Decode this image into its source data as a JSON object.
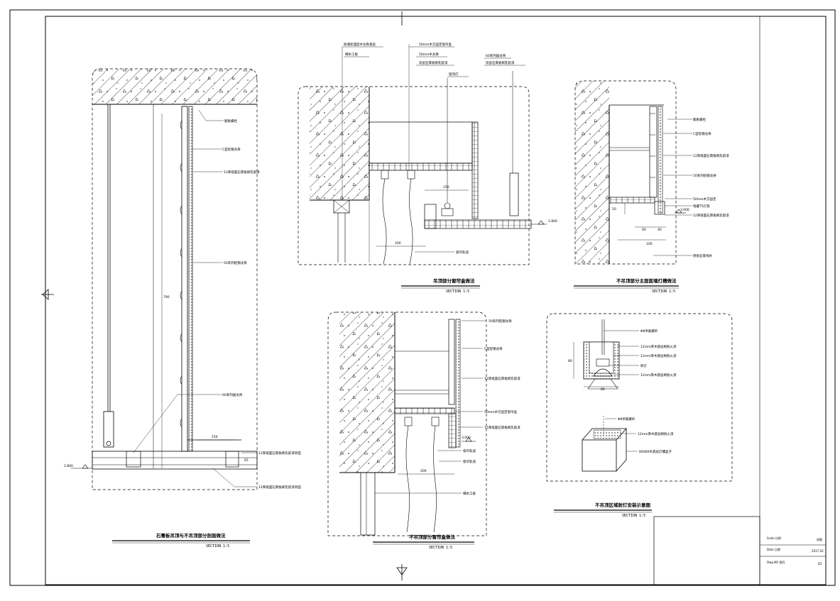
{
  "sheet": {
    "title_block": {
      "scale_label": "Scale 比例",
      "scale_value": "如图",
      "date_label": "Date 日期",
      "date_value": "2017.03",
      "drawing_no_label": "Dwg NO 图号",
      "drawing_no_value": "D1"
    }
  },
  "details": {
    "d1": {
      "title": "石膏板吊顶与不吊顶部分剖面做法",
      "section": "SECTION  1:5",
      "level": "2.800",
      "dims": {
        "height": "790",
        "width": "150",
        "base": "65"
      },
      "callouts": [
        "膨胀螺栓",
        "C型轻钢龙骨",
        "12厚纸面石膏板刷乳胶漆",
        "50系列轻钢龙骨",
        "60系列副龙骨",
        "12厚纸面石膏板刷乳胶漆饰面",
        "12厚纸面石膏板刷乳胶漆饰面"
      ]
    },
    "d2": {
      "title": "吊顶部分窗帘盒做法",
      "section": "SECTION  1:5",
      "level": "2.800",
      "dims": {
        "w1": "200",
        "w2": "150"
      },
      "callouts": [
        "防潮处理后木龙骨基层",
        "细木工板",
        "50mm木方固定窗帘盒",
        "50mm木龙骨",
        "双层石膏板刷乳胶漆",
        "吸顶灯",
        "60系列副龙骨",
        "双层石膏板刷乳胶漆",
        "窗帘轨道"
      ]
    },
    "d3": {
      "title": "不吊顶部分主面面墙灯槽做法",
      "section": "SECTION  1:5",
      "level": "3.000",
      "dims": {
        "a": "50",
        "b": "60",
        "c": "40",
        "d": "100"
      },
      "callouts": [
        "膨胀螺栓",
        "C型轻钢龙骨",
        "12厚纸面石膏板刷乳胶漆",
        "50系列轻钢龙骨",
        "50mm木方固定",
        "暗藏T5灯管",
        "12厚纸面石膏板刷乳胶漆",
        "阴角石膏线条"
      ]
    },
    "d4": {
      "title": "不吊顶部分窗帘盒做法",
      "section": "SECTION  1:5",
      "level": "3.000",
      "dims": {
        "w": "200"
      },
      "callouts": [
        "50系列轻钢龙骨",
        "C型轻钢龙骨",
        "12厚纸面石膏板刷乳胶漆",
        "50mm木方固定窗帘盒",
        "12厚纸面石膏板刷乳胶漆",
        "窗帘轨道",
        "窗帘轨道",
        "细木工板"
      ]
    },
    "d5": {
      "title": "不吊顶区域射灯安装示意图",
      "section": "SECTION  1:5",
      "dims": {
        "h": "80",
        "w": "80"
      },
      "callouts": [
        "Φ8吊筋螺杆",
        "12mm厚木基层刷防火漆",
        "12mm厚木基层刷防火漆",
        "射灯",
        "12mm厚木基层刷防火漆",
        "Φ8吊筋螺杆",
        "12mm厚木基层刷防火漆",
        "80X80木基层灯槽盒子"
      ]
    }
  }
}
